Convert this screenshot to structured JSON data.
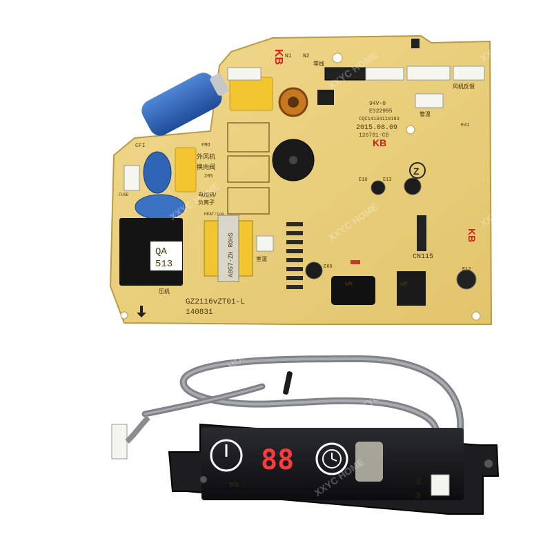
{
  "watermark": "XXYC HOME",
  "pcb": {
    "model": "GZ2116vZT01-L",
    "code": "140831",
    "date": "2015.08.09",
    "part_no": "126791-C0",
    "ul_rating": "94V-0",
    "ul_file": "E322995",
    "cqc": "CQC14134110193",
    "sticker_line1": "QA",
    "sticker_line2": "513",
    "transformer_label": "A057-ZH ROHS",
    "kb_mark": "KB",
    "z_mark": "Z",
    "cn115": "CN115",
    "labels": {
      "n1": "N1",
      "n2": "N2",
      "cfi": "CFI",
      "fmo": "FMO",
      "fuse": "FUSE",
      "e10": "E10",
      "e13": "E13",
      "e12": "E12",
      "e60": "E60",
      "e41": "E41",
      "outer_fan": "外风机",
      "reversing_valve": "换向阀",
      "valve_code": "205",
      "heater": "电加热/",
      "anion": "负离子",
      "heat": "HEAT/ion",
      "room_temp": "室温",
      "pipe_temp": "管温",
      "fan_feedback": "风机反馈",
      "compressor": "压机",
      "neutral": "零线",
      "wm1": "WM",
      "wm2": "WM"
    }
  },
  "display": {
    "digits": "88",
    "indicators": [
      "①",
      "②"
    ],
    "board_code": "TOS"
  },
  "colors": {
    "pcb": "#e9cf7c",
    "pcb_edge": "#c9a94f",
    "cable": "#8a8d91",
    "display_panel": "#151517",
    "display_red": "#ff3a3a",
    "capacitor_blue": "#2a5fb0",
    "relay_yellow": "#f2c230"
  }
}
